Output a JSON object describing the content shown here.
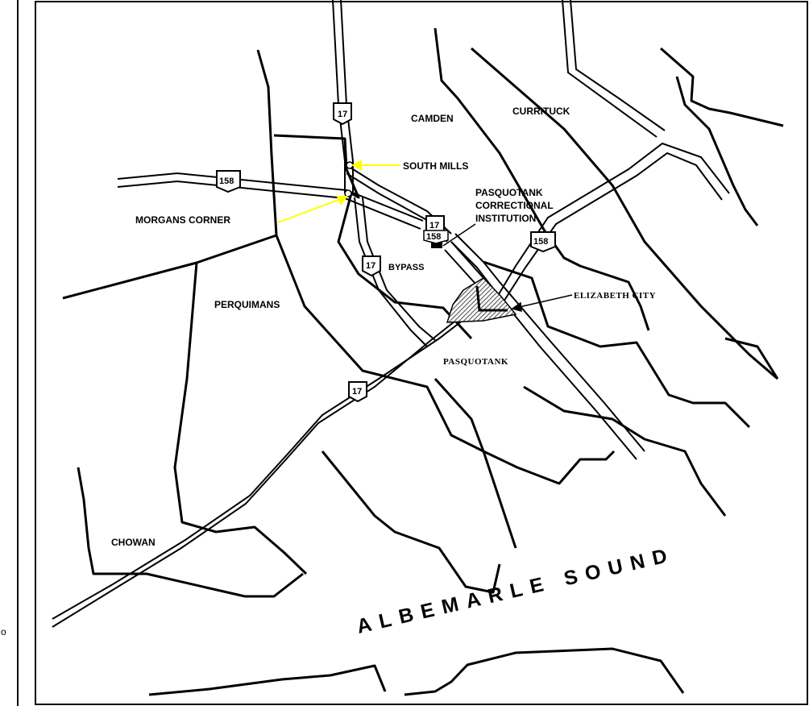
{
  "map": {
    "counties": {
      "camden": "CAMDEN",
      "currituck": "CURRITUCK",
      "perquimans": "PERQUIMANS",
      "pasquotank": "PASQUOTANK",
      "chowan": "CHOWAN"
    },
    "places": {
      "south_mills": "SOUTH MILLS",
      "morgans_corner": "MORGANS CORNER",
      "elizabeth_city": "ELIZABETH CITY"
    },
    "facility": {
      "line1": "PASQUOTANK",
      "line2": "CORRECTIONAL",
      "line3": "INSTITUTION"
    },
    "water": {
      "sound": "ALBEMARLE SOUND"
    },
    "routes": {
      "us17": "17",
      "us158": "158",
      "bypass_label": "BYPASS"
    },
    "edge_fragment": "o",
    "colors": {
      "lines": "#000000",
      "callout": "#ffff00",
      "city_hatch": "#555555"
    }
  }
}
